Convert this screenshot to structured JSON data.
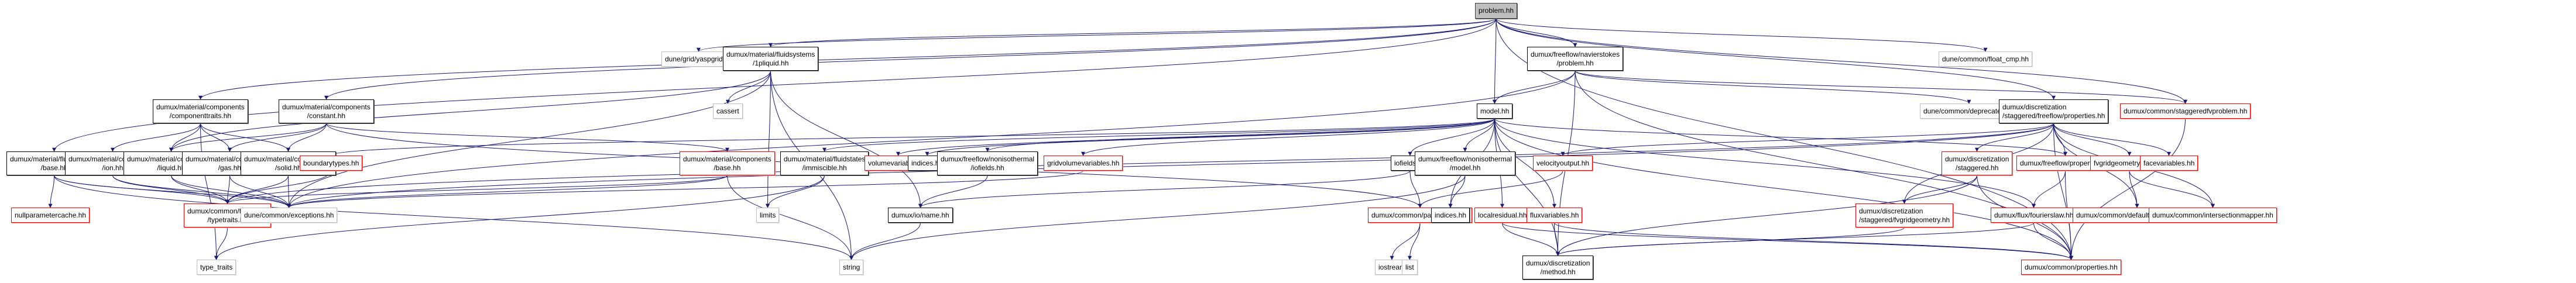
{
  "graph": {
    "title": "problem.hh",
    "edge_color": "#191970",
    "nodes": [
      {
        "id": "root",
        "label": [
          "problem.hh"
        ],
        "style": "root"
      },
      {
        "id": "yaspgrid",
        "label": [
          "dune/grid/yaspgrid.hh"
        ],
        "style": "gray"
      },
      {
        "id": "1pliquid",
        "label": [
          "dumux/material/fluidsystems",
          "/1pliquid.hh"
        ],
        "style": "black"
      },
      {
        "id": "nsproblem",
        "label": [
          "dumux/freeflow/navierstokes",
          "/problem.hh"
        ],
        "style": "black"
      },
      {
        "id": "floatcmp",
        "label": [
          "dune/common/float_cmp.hh"
        ],
        "style": "gray"
      },
      {
        "id": "componenttraits",
        "label": [
          "dumux/material/components",
          "/componenttraits.hh"
        ],
        "style": "black"
      },
      {
        "id": "constant",
        "label": [
          "dumux/material/components",
          "/constant.hh"
        ],
        "style": "black"
      },
      {
        "id": "cassert",
        "label": [
          "cassert"
        ],
        "style": "gray"
      },
      {
        "id": "model",
        "label": [
          "model.hh"
        ],
        "style": "black"
      },
      {
        "id": "deprecated",
        "label": [
          "dune/common/deprecated.hh"
        ],
        "style": "gray"
      },
      {
        "id": "sffproperties",
        "label": [
          "dumux/discretization",
          "/staggered/freeflow/properties.hh"
        ],
        "style": "black",
        "align": "left"
      },
      {
        "id": "staggeredfvproblem",
        "label": [
          "dumux/common/staggeredfvproblem.hh"
        ],
        "style": "red"
      },
      {
        "id": "fsbase",
        "label": [
          "dumux/material/fluidsystems",
          "/base.hh"
        ],
        "style": "black"
      },
      {
        "id": "ion",
        "label": [
          "dumux/material/components",
          "/ion.hh"
        ],
        "style": "black"
      },
      {
        "id": "liquid",
        "label": [
          "dumux/material/components",
          "/liquid.hh"
        ],
        "style": "black"
      },
      {
        "id": "gas",
        "label": [
          "dumux/material/components",
          "/gas.hh"
        ],
        "style": "black"
      },
      {
        "id": "solid",
        "label": [
          "dumux/material/components",
          "/solid.hh"
        ],
        "style": "black"
      },
      {
        "id": "boundarytypes",
        "label": [
          "boundarytypes.hh"
        ],
        "style": "red"
      },
      {
        "id": "compbase",
        "label": [
          "dumux/material/components",
          "/base.hh"
        ],
        "style": "red"
      },
      {
        "id": "immiscible",
        "label": [
          "dumux/material/fluidstates",
          "/immiscible.hh"
        ],
        "style": "black"
      },
      {
        "id": "volumevariables",
        "label": [
          "volumevariables.hh"
        ],
        "style": "red"
      },
      {
        "id": "indices1",
        "label": [
          "indices.hh"
        ],
        "style": "black"
      },
      {
        "id": "nonisoiofields",
        "label": [
          "dumux/freeflow/nonisothermal",
          "/iofields.hh"
        ],
        "style": "black"
      },
      {
        "id": "gridvolumevariables",
        "label": [
          "gridvolumevariables.hh"
        ],
        "style": "red"
      },
      {
        "id": "iofields",
        "label": [
          "iofields.hh"
        ],
        "style": "black"
      },
      {
        "id": "nonisomodel",
        "label": [
          "dumux/freeflow/nonisothermal",
          "/model.hh"
        ],
        "style": "black"
      },
      {
        "id": "velocityoutput",
        "label": [
          "velocityoutput.hh"
        ],
        "style": "red"
      },
      {
        "id": "staggered",
        "label": [
          "dumux/discretization",
          "/staggered.hh"
        ],
        "style": "red"
      },
      {
        "id": "ffproperties",
        "label": [
          "dumux/freeflow/properties.hh"
        ],
        "style": "red"
      },
      {
        "id": "fvgridgeometrytraits",
        "label": [
          "fvgridgeometrytraits.hh"
        ],
        "style": "red"
      },
      {
        "id": "facevariables",
        "label": [
          "facevariables.hh"
        ],
        "style": "red"
      },
      {
        "id": "nullparametercache",
        "label": [
          "nullparametercache.hh"
        ],
        "style": "red"
      },
      {
        "id": "typetraits",
        "label": [
          "dumux/common/typetraits",
          "/typetraits.hh"
        ],
        "style": "red"
      },
      {
        "id": "exceptions",
        "label": [
          "dune/common/exceptions.hh"
        ],
        "style": "gray"
      },
      {
        "id": "limits",
        "label": [
          "limits"
        ],
        "style": "gray"
      },
      {
        "id": "ioname",
        "label": [
          "dumux/io/name.hh"
        ],
        "style": "black"
      },
      {
        "id": "parameters",
        "label": [
          "dumux/common/parameters.hh"
        ],
        "style": "red"
      },
      {
        "id": "indices2",
        "label": [
          "indices.hh"
        ],
        "style": "black"
      },
      {
        "id": "localresidual",
        "label": [
          "localresidual.hh"
        ],
        "style": "red"
      },
      {
        "id": "fluxvariables",
        "label": [
          "fluxvariables.hh"
        ],
        "style": "red"
      },
      {
        "id": "fvgridgeometry",
        "label": [
          "dumux/discretization",
          "/staggered/fvgridgeometry.hh"
        ],
        "style": "red",
        "align": "left"
      },
      {
        "id": "fourierslaw",
        "label": [
          "dumux/flux/fourierslaw.hh"
        ],
        "style": "red"
      },
      {
        "id": "defaultmappertraits",
        "label": [
          "dumux/common/defaultmappertraits.hh"
        ],
        "style": "red"
      },
      {
        "id": "intersectionmapper",
        "label": [
          "dumux/common/intersectionmapper.hh"
        ],
        "style": "red"
      },
      {
        "id": "typetraitsstd",
        "label": [
          "type_traits"
        ],
        "style": "gray"
      },
      {
        "id": "string",
        "label": [
          "string"
        ],
        "style": "gray"
      },
      {
        "id": "iostream",
        "label": [
          "iostream"
        ],
        "style": "gray"
      },
      {
        "id": "list",
        "label": [
          "list"
        ],
        "style": "gray"
      },
      {
        "id": "method",
        "label": [
          "dumux/discretization",
          "/method.hh"
        ],
        "style": "black"
      },
      {
        "id": "properties",
        "label": [
          "dumux/common/properties.hh"
        ],
        "style": "red"
      }
    ],
    "edges": [
      [
        "root",
        "yaspgrid"
      ],
      [
        "root",
        "1pliquid"
      ],
      [
        "root",
        "nsproblem"
      ],
      [
        "root",
        "floatcmp"
      ],
      [
        "root",
        "model"
      ],
      [
        "root",
        "componenttraits"
      ],
      [
        "root",
        "constant"
      ],
      [
        "root",
        "fsbase"
      ],
      [
        "root",
        "sffproperties"
      ],
      [
        "root",
        "staggeredfvproblem"
      ],
      [
        "root",
        "properties"
      ],
      [
        "1pliquid",
        "cassert"
      ],
      [
        "1pliquid",
        "limits"
      ],
      [
        "1pliquid",
        "ioname"
      ],
      [
        "1pliquid",
        "exceptions"
      ],
      [
        "1pliquid",
        "string"
      ],
      [
        "1pliquid",
        "liquid"
      ],
      [
        "nsproblem",
        "model"
      ],
      [
        "nsproblem",
        "deprecated"
      ],
      [
        "nsproblem",
        "staggeredfvproblem"
      ],
      [
        "nsproblem",
        "method"
      ],
      [
        "nsproblem",
        "properties"
      ],
      [
        "nsproblem",
        "exceptions"
      ],
      [
        "componenttraits",
        "ion"
      ],
      [
        "componenttraits",
        "liquid"
      ],
      [
        "componenttraits",
        "gas"
      ],
      [
        "componenttraits",
        "solid"
      ],
      [
        "componenttraits",
        "typetraitsstd"
      ],
      [
        "constant",
        "liquid"
      ],
      [
        "constant",
        "gas"
      ],
      [
        "constant",
        "solid"
      ],
      [
        "constant",
        "compbase"
      ],
      [
        "constant",
        "parameters"
      ],
      [
        "model",
        "boundarytypes"
      ],
      [
        "model",
        "volumevariables"
      ],
      [
        "model",
        "indices1"
      ],
      [
        "model",
        "nonisoiofields"
      ],
      [
        "model",
        "gridvolumevariables"
      ],
      [
        "model",
        "iofields"
      ],
      [
        "model",
        "nonisomodel"
      ],
      [
        "model",
        "immiscible"
      ],
      [
        "model",
        "indices2"
      ],
      [
        "model",
        "localresidual"
      ],
      [
        "model",
        "fluxvariables"
      ],
      [
        "model",
        "method"
      ],
      [
        "model",
        "ffproperties"
      ],
      [
        "model",
        "fourierslaw"
      ],
      [
        "model",
        "properties"
      ],
      [
        "sffproperties",
        "velocityoutput"
      ],
      [
        "sffproperties",
        "staggered"
      ],
      [
        "sffproperties",
        "ffproperties"
      ],
      [
        "sffproperties",
        "fvgridgeometrytraits"
      ],
      [
        "sffproperties",
        "facevariables"
      ],
      [
        "sffproperties",
        "defaultmappertraits"
      ],
      [
        "sffproperties",
        "intersectionmapper"
      ],
      [
        "sffproperties",
        "fvgridgeometry"
      ],
      [
        "sffproperties",
        "properties"
      ],
      [
        "sffproperties",
        "typetraits"
      ],
      [
        "sffproperties",
        "exceptions"
      ],
      [
        "staggeredfvproblem",
        "properties"
      ],
      [
        "fsbase",
        "nullparametercache"
      ],
      [
        "fsbase",
        "typetraits"
      ],
      [
        "fsbase",
        "exceptions"
      ],
      [
        "fsbase",
        "string"
      ],
      [
        "ion",
        "typetraits"
      ],
      [
        "ion",
        "exceptions"
      ],
      [
        "liquid",
        "typetraits"
      ],
      [
        "liquid",
        "exceptions"
      ],
      [
        "gas",
        "typetraits"
      ],
      [
        "gas",
        "exceptions"
      ],
      [
        "solid",
        "typetraits"
      ],
      [
        "solid",
        "exceptions"
      ],
      [
        "boundarytypes",
        "typetraits"
      ],
      [
        "compbase",
        "typetraits"
      ],
      [
        "compbase",
        "exceptions"
      ],
      [
        "compbase",
        "string"
      ],
      [
        "immiscible",
        "limits"
      ],
      [
        "immiscible",
        "typetraitsstd"
      ],
      [
        "nonisoiofields",
        "ioname"
      ],
      [
        "gridvolumevariables",
        "exceptions"
      ],
      [
        "iofields",
        "ioname"
      ],
      [
        "iofields",
        "parameters"
      ],
      [
        "nonisomodel",
        "indices2"
      ],
      [
        "nonisomodel",
        "string"
      ],
      [
        "velocityoutput",
        "parameters"
      ],
      [
        "staggered",
        "fvgridgeometry"
      ],
      [
        "staggered",
        "method"
      ],
      [
        "staggered",
        "properties"
      ],
      [
        "ffproperties",
        "fourierslaw"
      ],
      [
        "ffproperties",
        "properties"
      ],
      [
        "fvgridgeometrytraits",
        "defaultmappertraits"
      ],
      [
        "fvgridgeometrytraits",
        "intersectionmapper"
      ],
      [
        "typetraits",
        "typetraitsstd"
      ],
      [
        "ioname",
        "string"
      ],
      [
        "parameters",
        "iostream"
      ],
      [
        "parameters",
        "list"
      ],
      [
        "localresidual",
        "method"
      ],
      [
        "localresidual",
        "properties"
      ],
      [
        "fluxvariables",
        "method"
      ],
      [
        "fluxvariables",
        "properties"
      ],
      [
        "fvgridgeometry",
        "method"
      ],
      [
        "fourierslaw",
        "method"
      ],
      [
        "fourierslaw",
        "properties"
      ]
    ]
  }
}
